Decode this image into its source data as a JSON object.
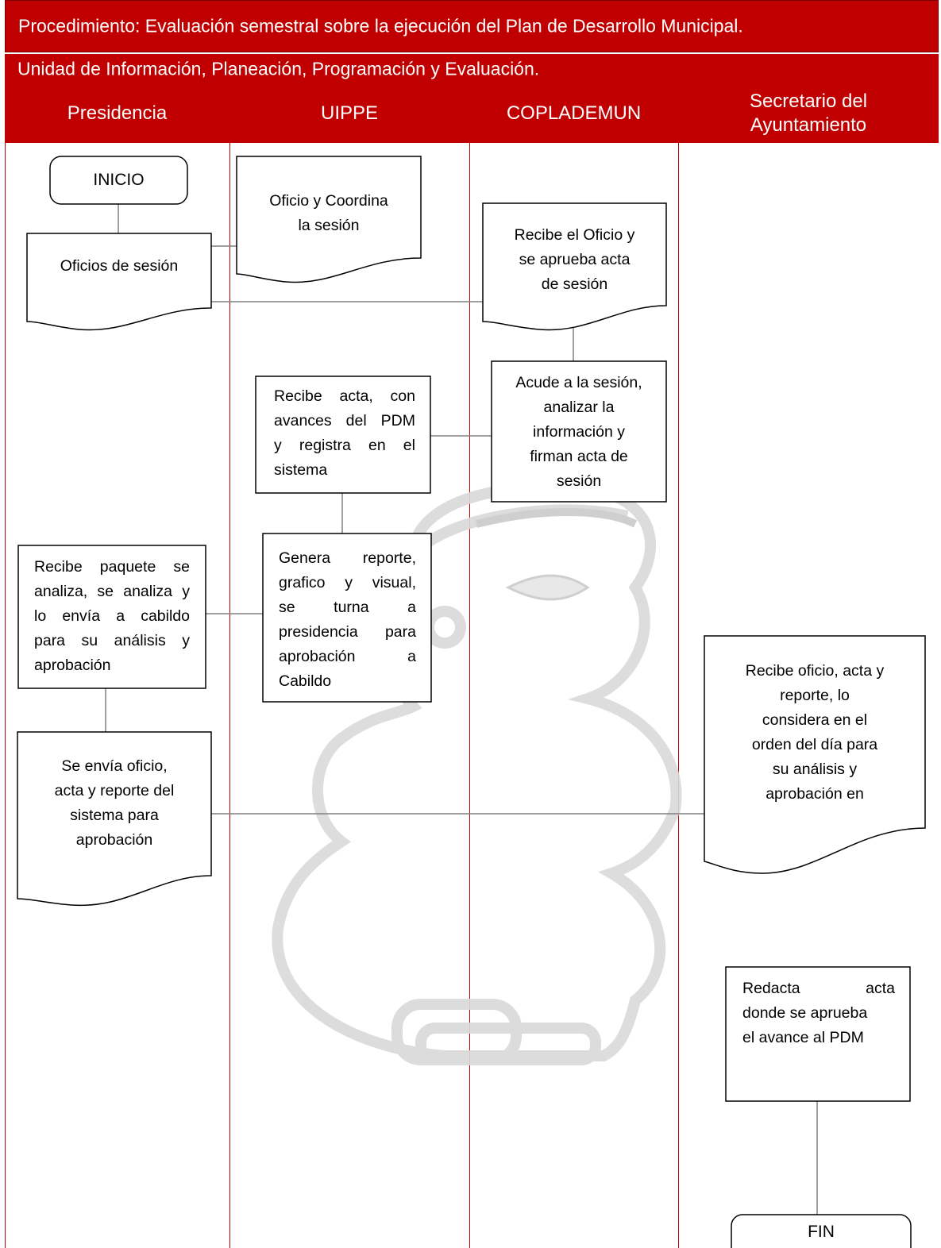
{
  "header": {
    "procedure": "Procedimiento: Evaluación semestral sobre la ejecución del Plan de Desarrollo Municipal.",
    "unit": "Unidad de Información, Planeación, Programación y Evaluación."
  },
  "lanes": [
    {
      "label": "Presidencia"
    },
    {
      "label": "UIPPE"
    },
    {
      "label": "COPLADEMUN"
    },
    {
      "label_line1": "Secretario del",
      "label_line2": "Ayuntamiento"
    }
  ],
  "nodes": {
    "inicio": "INICIO",
    "oficios_sesion": "Oficios de sesión",
    "oficio_coordina": [
      "Oficio y Coordina",
      "la sesión"
    ],
    "recibe_oficio": [
      "Recibe el Oficio y",
      "se aprueba acta",
      "de sesión"
    ],
    "acude_sesion": [
      "Acude a la sesión,",
      "analizar la",
      "información y",
      "firman acta de",
      "sesión"
    ],
    "recibe_acta": [
      "Recibe acta, con",
      "avances del PDM",
      "y registra en el",
      "sistema"
    ],
    "genera_reporte": [
      "Genera reporte,",
      "grafico y visual,",
      "se turna a",
      "presidencia para",
      "aprobación a",
      "Cabildo"
    ],
    "recibe_paquete": [
      "Recibe paquete se",
      "analiza, se analiza y",
      "lo envía a cabildo",
      "para su análisis y",
      "aprobación"
    ],
    "envia_oficio": [
      "Se envía oficio,",
      "acta y reporte del",
      "sistema para",
      "aprobación"
    ],
    "recibe_oficio_acta": [
      "Recibe oficio, acta y",
      "reporte, lo",
      "considera en el",
      "orden del día para",
      "su análisis y",
      "aprobación en"
    ],
    "redacta_acta": [
      "Redacta acta",
      "donde se aprueba",
      "el avance al PDM"
    ],
    "fin": "FIN"
  },
  "colors": {
    "header_red": "#c00000",
    "lane_line": "#c00000",
    "watermark": "#d9d9d9"
  }
}
